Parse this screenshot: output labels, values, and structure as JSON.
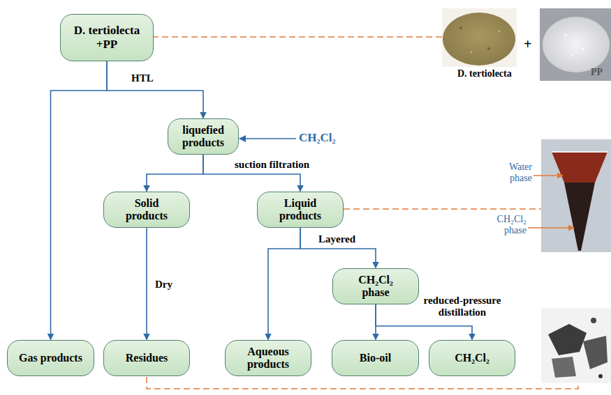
{
  "diagram": {
    "nodes": [
      {
        "text": [
          "D. tertiolecta +PP"
        ]
      },
      {
        "text": [
          "liquefied products"
        ]
      },
      {
        "text": [
          "Solid products"
        ]
      },
      {
        "text": [
          "Liquid products"
        ]
      },
      {
        "text": [
          "CH₂Cl₂ phase"
        ]
      },
      {
        "text": [
          "Gas products"
        ]
      },
      {
        "text": [
          "Residues"
        ]
      },
      {
        "text": [
          "Aqueous products"
        ]
      },
      {
        "text": [
          "Bio-oil"
        ]
      },
      {
        "text": [
          "CH₂Cl₂"
        ]
      }
    ],
    "edges": [
      {
        "from": 0,
        "to": 5,
        "arrow": "to"
      },
      {
        "from": 0,
        "to": 1,
        "arrow": "to"
      },
      {
        "from": 1,
        "to": 2,
        "arrow": "to"
      },
      {
        "from": 1,
        "to": 3,
        "arrow": "to"
      },
      {
        "from": 2,
        "to": 6,
        "arrow": "to"
      },
      {
        "from": 3,
        "to": 7,
        "arrow": "to"
      },
      {
        "from": 3,
        "to": 4,
        "arrow": "to"
      },
      {
        "from": 4,
        "to": 8,
        "arrow": "to"
      },
      {
        "from": 4,
        "to": 9,
        "arrow": "to"
      }
    ],
    "labels": [
      "HTL",
      "CH₂Cl₂",
      "suction filtration",
      "Layered",
      "Dry",
      "reduced-pressure distillation",
      "D. tertiolecta",
      "+",
      "PP",
      "Water phase",
      "CH₂Cl₂ phase"
    ]
  }
}
